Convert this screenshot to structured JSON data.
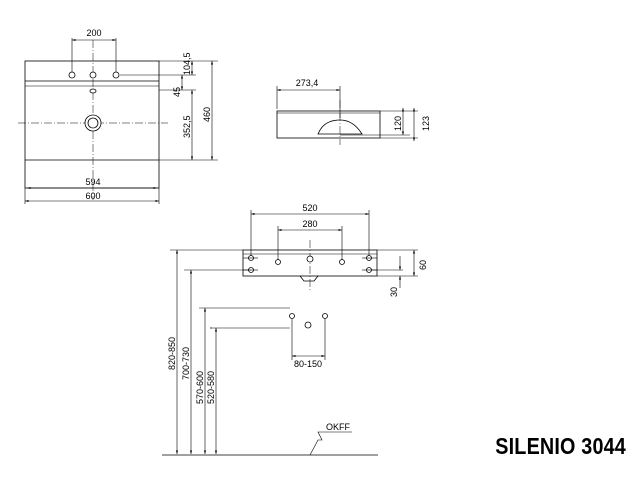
{
  "product": {
    "name": "SILENIO 3044"
  },
  "top_view": {
    "dims": [
      "200",
      "104,5",
      "45",
      "352,5",
      "460",
      "594",
      "600"
    ]
  },
  "side_view": {
    "dims": [
      "273,4",
      "120",
      "123"
    ]
  },
  "front_view": {
    "dims": [
      "520",
      "280",
      "60",
      "30"
    ]
  },
  "installation": {
    "dims": [
      "820-850",
      "700-730",
      "570-600",
      "520-580",
      "80-150"
    ],
    "floor_label": "OKFF"
  }
}
